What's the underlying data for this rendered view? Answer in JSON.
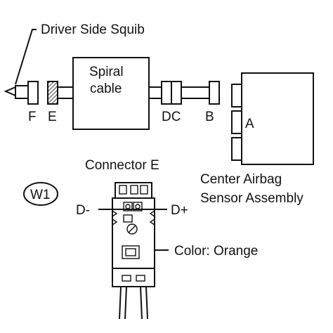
{
  "labels": {
    "driver_side_squib": "Driver Side Squib",
    "spiral_cable_line1": "Spiral",
    "spiral_cable_line2": "cable",
    "conn_F": "F",
    "conn_E": "E",
    "conn_DC": "DC",
    "conn_B": "B",
    "conn_A": "A",
    "connector_e_title": "Connector E",
    "center_airbag_line1": "Center Airbag",
    "center_airbag_line2": "Sensor Assembly",
    "terminal_code": "W1",
    "d_minus": "D-",
    "d_plus": "D+",
    "color_note": "Color: Orange"
  }
}
